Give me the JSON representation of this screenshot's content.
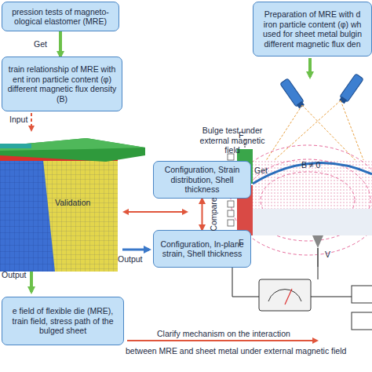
{
  "diagram": {
    "nodes": [
      {
        "text": [
          "pression tests of magneto- ological elastomer (MRE)"
        ]
      },
      {
        "text": [
          "train relationship of MRE with ent iron particle content (φ) different magnetic flux density (B)"
        ]
      },
      {
        "text": [
          "Preparation of MRE with d iron particle content (φ) wh used for sheet metal bulgin different magnetic flux den"
        ]
      },
      {
        "text": [
          "Configuration, Strain distribution, Shell thickness"
        ]
      },
      {
        "text": [
          "Configuration, In-plane strain, Shell thickness"
        ]
      },
      {
        "text": [
          "e field of flexible die (MRE), train field, stress path of the bulged sheet"
        ]
      }
    ],
    "edges": [
      {
        "from": 0,
        "to": 1,
        "label": "Get",
        "arrow": "to"
      },
      {
        "from": 3,
        "to": 4,
        "label": "Compare",
        "arrow": "both"
      }
    ],
    "labels": [
      "Input",
      "Validation",
      "Get",
      "Output",
      "Output",
      "Bulge test under external magnetic field",
      "B ≠ 0",
      "F",
      "F",
      "V",
      "Clarify mechanism on the interaction",
      "between MRE and sheet metal under external magnetic field"
    ]
  }
}
